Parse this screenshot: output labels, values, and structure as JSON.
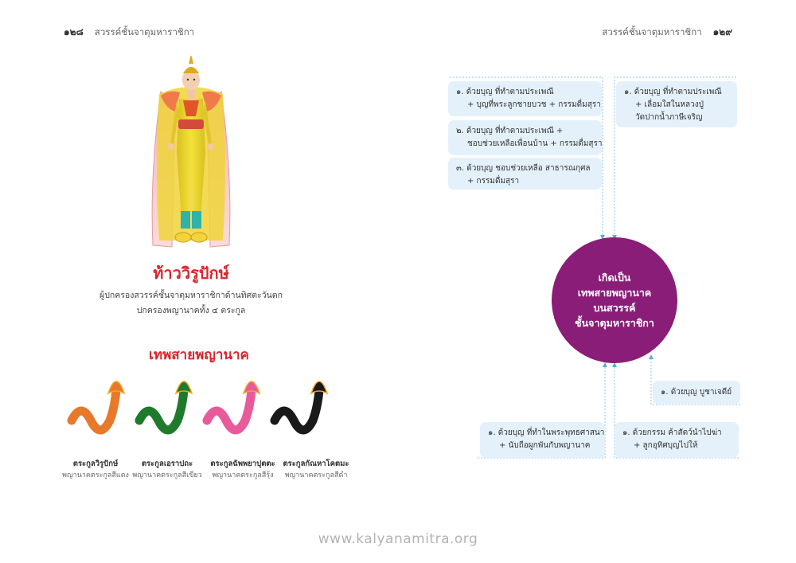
{
  "header": {
    "left_page_num": "๑๒๘",
    "left_title": "สวรรค์ชั้นจาตุมหาราชิกา",
    "right_title": "สวรรค์ชั้นจาตุมหาราชิกา",
    "right_page_num": "๑๒๙"
  },
  "king": {
    "name": "ท้าววิรูปักษ์",
    "desc_line1": "ผู้ปกครองสวรรค์ชั้นจาตุมหาราชิกาด้านทิศตะวันตก",
    "desc_line2": "ปกครองพญานาคทั้ง ๔ ตระกูล"
  },
  "naga": {
    "title": "เทพสายพญานาค",
    "clans": [
      {
        "name": "ตระกูลวิรูปักษ์",
        "desc": "พญานาคตระกูลสีแดง",
        "color": "#e8782a"
      },
      {
        "name": "ตระกูลเอราปถะ",
        "desc": "พญานาคตระกูลสีเขียว",
        "color": "#1f7a2c"
      },
      {
        "name": "ตระกูลฉัพพยาปุตตะ",
        "desc": "พญานาคตระกูลสีรุ้ง",
        "color": "#e85a9a"
      },
      {
        "name": "ตระกูลกัณหาโคตมะ",
        "desc": "พญานาคตระกูลสีดำ",
        "color": "#1a1a1a"
      }
    ]
  },
  "center": {
    "line1": "เกิดเป็น",
    "line2": "เทพสายพญานาค",
    "line3": "บนสวรรค์",
    "line4": "ชั้นจาตุมหาราชิกา",
    "color": "#8a1d78"
  },
  "boxes": {
    "b1": {
      "line1": "๑. ด้วยบุญ  ที่ทำตามประเพณี",
      "line2": "+ บุญที่พระลูกชายบวช  + กรรมดื่มสุรา"
    },
    "b2": {
      "line1": "๒. ด้วยบุญ  ที่ทำตามประเพณี  +",
      "line2": "ชอบช่วยเหลือเพื่อนบ้าน  + กรรมดื่มสุรา"
    },
    "b3": {
      "line1": "๓. ด้วยบุญ  ชอบช่วยเหลือ  สาธารณกุศล",
      "line2": "+ กรรมดื่มสุรา"
    },
    "b4": {
      "line1": "๑. ด้วยบุญ  ที่ทำตามประเพณี",
      "line2": "+ เลื่อมใสในหลวงปู่",
      "line3": "วัดปากน้ำภาษีเจริญ"
    },
    "b5": {
      "line1": "๑. ด้วยบุญ  บูชาเจดีย์"
    },
    "b6": {
      "line1": "๑. ด้วยบุญ  ที่ทำในพระพุทธศาสนา",
      "line2": "+ นับถือผูกพันกับพญานาค"
    },
    "b7": {
      "line1": "๑. ด้วยกรรม  ค้าสัตว์นำไปฆ่า",
      "line2": "+ ลูกอุทิศบุญไปให้"
    }
  },
  "footer": {
    "url": "www.kalyanamitra.org"
  },
  "colors": {
    "accent_red": "#d8262c",
    "box_bg": "#e4f1fb",
    "connector": "#8ec4e8"
  }
}
